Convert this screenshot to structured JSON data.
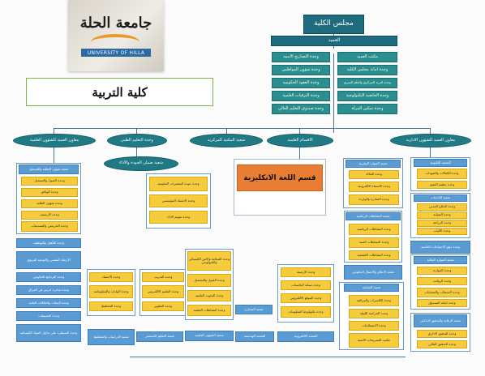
{
  "logo": {
    "arabic": "جامعة الحلة",
    "english": "UNIVERSITY OF HILLA"
  },
  "college_title": "كلية التربية",
  "council": "مجلس الكلية",
  "dean": "العميد",
  "dean_units_left": [
    "وحدة التصاريح الامنية",
    "وحدة شؤون المواطنين",
    "وحدة العقود الحكومية",
    "وحدة الترقيات العلمية",
    "وحدة صندوق التعليم العالي"
  ],
  "dean_units_right": [
    "مكتب العميد",
    "وحدة امانة مجلس الكلية",
    "وحدة البريد المركزي والقلم السري",
    "وحدة الحاضنة التكنولوجية",
    "وحدة تمكين المرأة"
  ],
  "branches": [
    "معاون العميد للشؤون العلمية",
    "وحدة التعليم الطبي",
    "شعبة المكتبة المركزية",
    "الاقسام العلمية",
    "معاون العميد للشؤون الادارية"
  ],
  "highlight": "قسم اللغة الانكليزية",
  "quality": {
    "head": "شعبة ضمان الجودة والاداء",
    "items": [
      "وحدة جودة المختبرات التعليمية",
      "وحدة الاعتماد المؤسسي",
      "وحدة تقويم الاداء"
    ]
  },
  "sci_affairs": {
    "head": "شعبة شؤون الطلبة والتسجيل",
    "items": [
      "وحدة القبول والتسجيل",
      "وحدة الوثائق",
      "وحدة شؤون الطلبة",
      "وحدة الارشيف",
      "وحدة الخريجين والتصديقات"
    ],
    "blue": [
      "وحدة التأهيل والتوظيف",
      "الارشاد النفسي والتوجيه التربوي",
      "وحدة البرنامج الحكومي",
      "وحدة مبادرة ادرس في العراق",
      "وحدة البعثات والعلاقات العامة",
      "وحدة التصنيفات",
      "وحدة السيطرة على تداول المواد الكيميائية"
    ]
  },
  "studies": {
    "items": [
      "وحدة الاحصاء",
      "وحدة البيانات والمعلوماتية",
      "وحدة التخطيط"
    ],
    "head": "شعبة الدراسات والتخطيط"
  },
  "training": {
    "items": [
      "وحدة التدريب",
      "وحدة التعليم الالكتروني",
      "وحدة التطوير"
    ],
    "head": "شعبة التعليم المستمر"
  },
  "scientific": {
    "items": [
      "وحدة السلامة والامن الكيميائي والبايولوجي",
      "وحدة القبول والتسجيل",
      "وحدة البحوث العلمية",
      "وحدة النشاطات العلمية"
    ],
    "head": "شعبة الشؤون العلمية"
  },
  "engineering": {
    "items": [
      "شعبة المخازن"
    ],
    "head": "الشعبة الهندسية"
  },
  "electronic": {
    "items": [
      "وحدة الارشفة",
      "وحدة صيانة الحاسبات",
      "وحدة الموقع الالكتروني",
      "وحدة تكنولوجيا المعلومات"
    ],
    "head": "الشعبة الالكترونية"
  },
  "admin_mid": {
    "personnel_head": "شعبة الموارد البشرية",
    "personnel": [
      "وحدة الملاك",
      "وحدة الاسماء الالكترونية",
      "وحدة الصادرة والواردة"
    ],
    "sports_head": "شعبة النشاطات الرياضية",
    "sports": [
      "وحدة النشاطات الرياضية",
      "وحدة النشاطات الفنية",
      "وحدة النشاطات الكشفية"
    ],
    "media_head": "شعبة الاعلام والاتصال الحكومي",
    "followup_head": "شعبة المتابعة",
    "followup": [
      "وحدة الكاميرات والمراقبة",
      "وحدة الحراسة الليلية",
      "وحدة الاستعلامات",
      "مكتب التصريحات الامنية"
    ]
  },
  "admin_right": {
    "legal_head": "الشعبة القانونية",
    "legal": [
      "وحدة الكفالات والتعهدات",
      "وحدة تنظيم العقود"
    ],
    "services_head": "شعبة الخدمات",
    "services": [
      "وحدة الدفاع المدني",
      "وحدة الصيانة",
      "وحدة الزراعة",
      "وحدة الاليات"
    ],
    "special_head": "وحدة ذوي الاحتياجات الخاصة",
    "finance_head": "شعبة الموارد المالية",
    "finance": [
      "وحدة الموازنة",
      "وحدة الرواتب",
      "وحدة السجلات والحسابات",
      "وحدة امانة الصندوق"
    ],
    "audit_head": "شعبة الرقابة والتدقيق الداخلي",
    "audit": [
      "وحدة التدقيق الاداري",
      "وحدة التدقيق المالي"
    ]
  },
  "colors": {
    "dark": "#1e6b7e",
    "teal": "#2a8e8e",
    "blue": "#5a9bd4",
    "yellow": "#f6cb3c",
    "orange": "#ea7d34"
  }
}
